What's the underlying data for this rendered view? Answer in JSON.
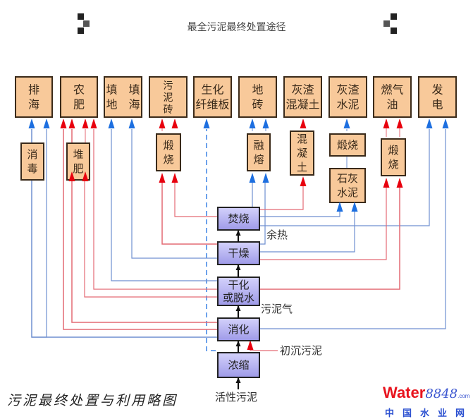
{
  "header": {
    "title": "最全污泥最终处置途径"
  },
  "diagram": {
    "caption": "污泥最终处置与利用略图",
    "destinations": [
      {
        "id": "paihai",
        "lines": [
          "排",
          "海"
        ]
      },
      {
        "id": "nongfei",
        "lines": [
          "农",
          "肥"
        ]
      },
      {
        "id": "tiandi-tianhai",
        "lines": [
          "填　填",
          "地　海"
        ]
      },
      {
        "id": "wunizhuan",
        "lines": [
          "污",
          "泥",
          "砖"
        ]
      },
      {
        "id": "shenghua",
        "lines": [
          "生化",
          "纤维板"
        ]
      },
      {
        "id": "dizhuan",
        "lines": [
          "地",
          "砖"
        ]
      },
      {
        "id": "huizha-hunningtu",
        "lines": [
          "灰渣",
          "混凝土"
        ]
      },
      {
        "id": "huizha-shuini",
        "lines": [
          "灰渣",
          "水泥"
        ]
      },
      {
        "id": "ranqiyou",
        "lines": [
          "燃气",
          "油"
        ]
      },
      {
        "id": "fadian",
        "lines": [
          "发",
          "电"
        ]
      }
    ],
    "intermediates": [
      {
        "id": "xiaodu",
        "lines": [
          "消",
          "毒"
        ]
      },
      {
        "id": "duifei",
        "lines": [
          "堆",
          "肥"
        ]
      },
      {
        "id": "duanshao1",
        "lines": [
          "煅",
          "烧"
        ]
      },
      {
        "id": "rongrong",
        "lines": [
          "融",
          "熔"
        ]
      },
      {
        "id": "hunningtu",
        "lines": [
          "混",
          "凝",
          "土"
        ]
      },
      {
        "id": "duanshao2",
        "lines": [
          "煅烧"
        ]
      },
      {
        "id": "shihuishuini",
        "lines": [
          "石灰",
          "水泥"
        ]
      },
      {
        "id": "duanshao3",
        "lines": [
          "煅",
          "烧"
        ]
      }
    ],
    "processes": [
      {
        "id": "fenshao",
        "lines": [
          "焚烧"
        ]
      },
      {
        "id": "ganzao",
        "lines": [
          "干燥"
        ]
      },
      {
        "id": "ganhua",
        "lines": [
          "干化",
          "或脱水"
        ]
      },
      {
        "id": "xiaohua",
        "lines": [
          "消化"
        ]
      },
      {
        "id": "nongsuo",
        "lines": [
          "浓缩"
        ]
      }
    ],
    "labels": {
      "yure": "余热",
      "wuniqi": "污泥气",
      "chuchenwuni": "初沉污泥",
      "huoxingwuni": "活性污泥"
    },
    "colors": {
      "red": "#e8000e",
      "blue": "#1d6fe0",
      "box_fill": "#f8c99a",
      "proc_fill": "#b9b6f2",
      "line_red": "#e46a74",
      "line_blue": "#6f8fd0"
    }
  },
  "logo": {
    "en_water": "Water",
    "en_num": "8848",
    "en_com": ".com",
    "cn": "中国水业网"
  }
}
